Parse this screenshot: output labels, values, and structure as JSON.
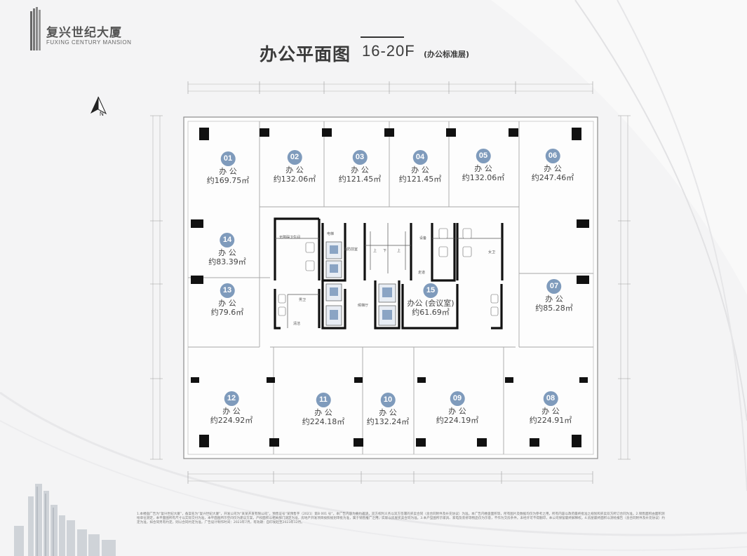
{
  "brand": {
    "name_cn": "复兴世纪大厦",
    "name_en": "FUXING CENTURY MANSION"
  },
  "title": {
    "main": "办公平面图",
    "floors": "16-20F",
    "note": "(办公标准层)"
  },
  "compass": {
    "label": "N",
    "icon": "north-arrow-icon"
  },
  "colors": {
    "badge": "#7f9bbc",
    "wall": "#111111",
    "elevator": "#8aa4c4",
    "line": "#9a9a9a"
  },
  "rooms": [
    {
      "num": "01",
      "type": "办 公",
      "area": "约169.75㎡"
    },
    {
      "num": "02",
      "type": "办 公",
      "area": "约132.06㎡"
    },
    {
      "num": "03",
      "type": "办 公",
      "area": "约121.45㎡"
    },
    {
      "num": "04",
      "type": "办 公",
      "area": "约121.45㎡"
    },
    {
      "num": "05",
      "type": "办 公",
      "area": "约132.06㎡"
    },
    {
      "num": "06",
      "type": "办 公",
      "area": "约247.46㎡"
    },
    {
      "num": "07",
      "type": "办 公",
      "area": "约85.28㎡"
    },
    {
      "num": "08",
      "type": "办 公",
      "area": "约224.91㎡"
    },
    {
      "num": "09",
      "type": "办 公",
      "area": "约224.19㎡"
    },
    {
      "num": "10",
      "type": "办 公",
      "area": "约132.24㎡"
    },
    {
      "num": "11",
      "type": "办 公",
      "area": "约224.18㎡"
    },
    {
      "num": "12",
      "type": "办 公",
      "area": "约224.92㎡"
    },
    {
      "num": "13",
      "type": "办 公",
      "area": "约79.6㎡"
    },
    {
      "num": "14",
      "type": "办 公",
      "area": "约83.39㎡"
    },
    {
      "num": "15",
      "type": "办公 (会议室)",
      "area": "约61.69㎡"
    }
  ],
  "core_labels": {
    "elevator": "电梯",
    "lobby": "候梯厅",
    "fire_room": "消防前室",
    "stair_up": "上",
    "stair_down": "下",
    "restroom_m": "男卫",
    "restroom_f": "女卫",
    "cleaning": "清洁",
    "disabled": "无障碍卫生间",
    "corridor": "走道",
    "equipment": "设备"
  },
  "disclaimer": "1.本楼盘广告为“复兴世纪大厦”，备案名为“复兴世纪大厦”，开发公司为“某某开发有限公司”，预售证号“某预售字（2021）第B 001 号”。本广告内容为要约邀请，双方权利义务以双方签署的买卖合同（含合同附件及补充协议）为准。本广告内楼盘面积等，所有图片及数据均仅为参考之用，所有内容以政府最终批准之规划和买卖双方所订合同为准。2.销售面积由面积测绘单位测定，本平面图所有尺寸以实际交付为准，本平面图所示空间仅为建议方案，产权面积以相关部门测定为准，房地产开发项目按照规划审批为准，属于销售推广之用，实际以房屋买卖合同为准。3.本户型图所示家具、家电及装修等物品仅为示意，不作为交房条件。未经许可不得翻印，本公司保留最终解释权。4.房屋最终面积以测绘报告（含合同附件及补充协议）约定为准，如合同另有约定，则以合同约定为准。广告设计制作时间：2023年7月，有效期：自印发起至2023年12月。"
}
